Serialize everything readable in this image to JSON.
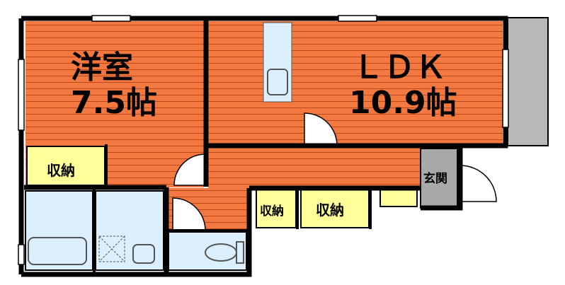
{
  "rooms": {
    "western": {
      "name": "洋室",
      "size": "7.5帖"
    },
    "ldk": {
      "name": "ＬＤＫ",
      "size": "10.9帖"
    },
    "storage_1": {
      "label": "収納"
    },
    "storage_2": {
      "label": "収納"
    },
    "storage_3": {
      "label": "収納"
    },
    "entrance": {
      "label": "玄関"
    }
  },
  "colors": {
    "floor": "#f47940",
    "floor_lines": "#b94a1e",
    "storage": "#ffff99",
    "wet_area": "#dcefff",
    "entrance": "#a9a9a9",
    "balcony": "#b8b8b8",
    "wall": "#000000"
  }
}
